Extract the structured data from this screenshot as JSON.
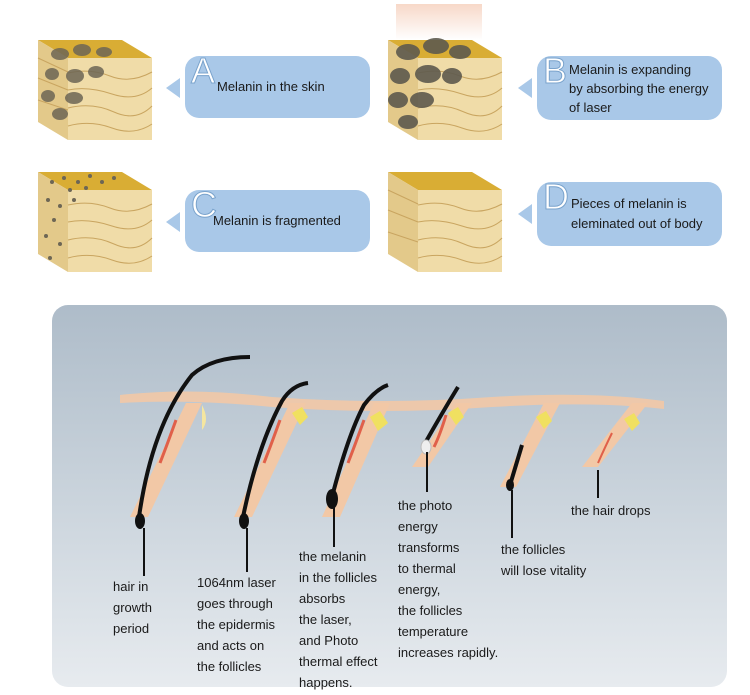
{
  "stages": [
    {
      "letter": "A",
      "text": [
        "Melanin in the skin"
      ]
    },
    {
      "letter": "B",
      "text": [
        "Melanin is expanding",
        "by absorbing the energy",
        "of laser"
      ]
    },
    {
      "letter": "C",
      "text": [
        "Melanin is fragmented"
      ]
    },
    {
      "letter": "D",
      "text": [
        "Pieces of melanin is",
        "eleminated out of body"
      ]
    }
  ],
  "hair_steps": [
    {
      "lines": [
        "hair in",
        "growth",
        "period"
      ]
    },
    {
      "lines": [
        "1064nm laser",
        "goes through",
        "the epidermis",
        "and acts on",
        "the follicles"
      ]
    },
    {
      "lines": [
        "the melanin",
        "in the follicles",
        "absorbs",
        "the laser,",
        "and Photo",
        "thermal effect",
        "happens."
      ]
    },
    {
      "lines": [
        "the photo",
        "energy",
        "transforms",
        "to thermal",
        "energy,",
        "the follicles",
        "temperature",
        "increases rapidly."
      ]
    },
    {
      "lines": [
        "the follicles",
        "will lose vitality"
      ]
    },
    {
      "lines": [
        "the hair drops"
      ]
    }
  ],
  "colors": {
    "bubble": "#a9c8e8",
    "skin_top": "#d9ad34",
    "skin_cells": "#f0dca8",
    "skin_band": "#f2c8a6",
    "hair": "#111111"
  }
}
